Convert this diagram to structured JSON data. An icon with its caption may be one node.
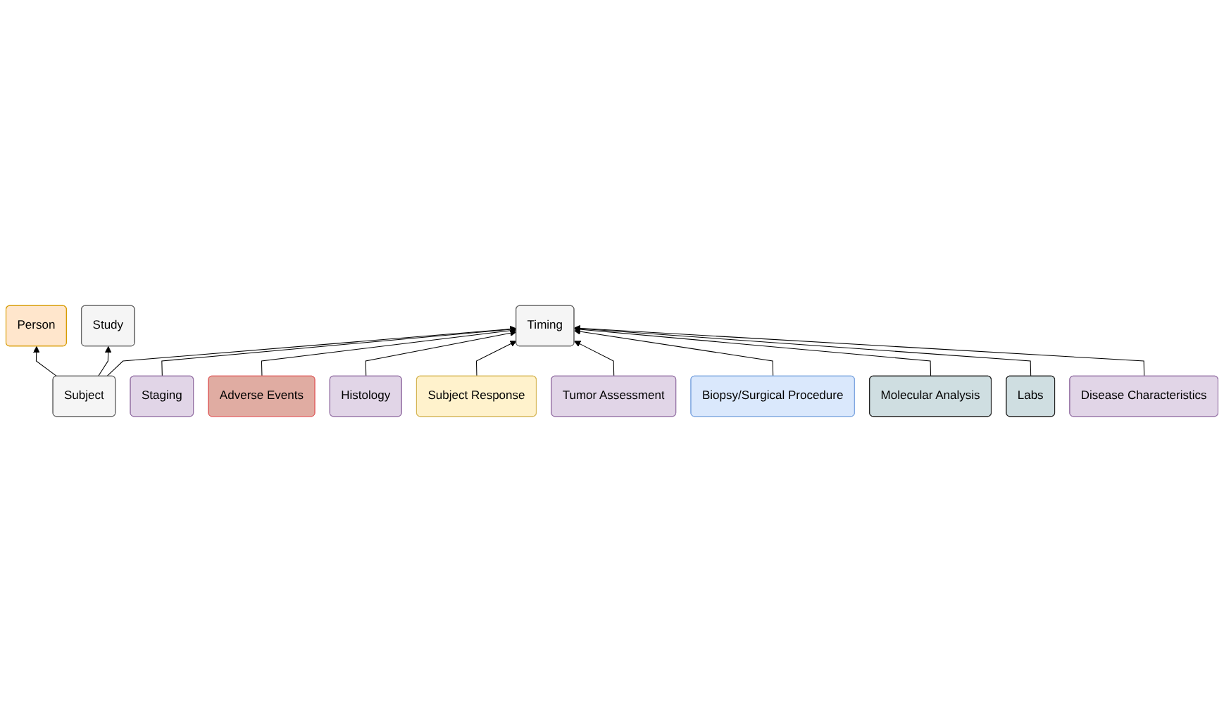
{
  "diagram": {
    "nodes": [
      {
        "text": [
          "Person"
        ]
      },
      {
        "text": [
          "Subject"
        ]
      },
      {
        "text": [
          "Study"
        ]
      },
      {
        "text": [
          "Timing"
        ]
      },
      {
        "text": [
          "Staging"
        ]
      },
      {
        "text": [
          "Histology"
        ]
      },
      {
        "text": [
          "Tumor Assessment"
        ]
      },
      {
        "text": [
          "Molecular Analysis"
        ]
      },
      {
        "text": [
          "Disease Characteristics"
        ]
      },
      {
        "text": [
          "Adverse Events"
        ]
      },
      {
        "text": [
          "Subject Response"
        ]
      },
      {
        "text": [
          "Biopsy/Surgical Procedure"
        ]
      },
      {
        "text": [
          "Labs"
        ]
      }
    ],
    "edges": [
      {
        "from": 1,
        "to": 0,
        "arrow": "to"
      },
      {
        "from": 1,
        "to": 2,
        "arrow": "to"
      },
      {
        "from": 1,
        "to": 3,
        "arrow": "to"
      },
      {
        "from": 4,
        "to": 3,
        "arrow": "to"
      },
      {
        "from": 9,
        "to": 3,
        "arrow": "to"
      },
      {
        "from": 5,
        "to": 3,
        "arrow": "to"
      },
      {
        "from": 10,
        "to": 3,
        "arrow": "to"
      },
      {
        "from": 6,
        "to": 3,
        "arrow": "to"
      },
      {
        "from": 11,
        "to": 3,
        "arrow": "to"
      },
      {
        "from": 7,
        "to": 3,
        "arrow": "to"
      },
      {
        "from": 12,
        "to": 3,
        "arrow": "to"
      },
      {
        "from": 8,
        "to": 3,
        "arrow": "to"
      }
    ]
  }
}
